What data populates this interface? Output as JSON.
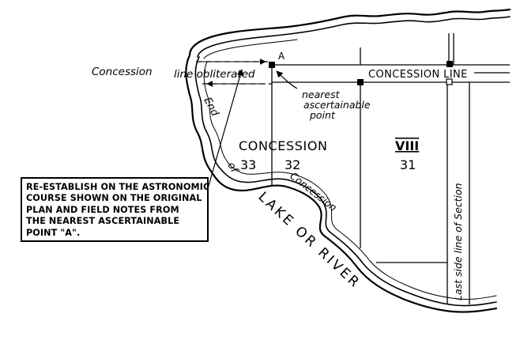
{
  "labels": {
    "concession_left": "Concession",
    "line_obliterated": "line obliterated",
    "point_a": "A",
    "concession_line": "CONCESSION LINE",
    "nearest_1": "nearest",
    "nearest_2": "ascertainable",
    "nearest_3": "point",
    "concession_title": "CONCESSION",
    "lot_33": "33",
    "lot_32": "32",
    "lot_31": "31",
    "roman_numeral": "VIII",
    "end_word": "End",
    "of_word": "of",
    "concession_curved": "Concession",
    "lake_or_river": "LAKE OR RIVER",
    "side_line": "Last side line of Section"
  },
  "callout": {
    "lines": [
      "RE-ESTABLISH ON THE ASTRONOMIC",
      "COURSE SHOWN ON THE ORIGINAL",
      "PLAN AND FIELD NOTES FROM",
      "THE NEAREST ASCERTAINABLE",
      "POINT \"A\"."
    ]
  },
  "colors": {
    "ink": "#000000",
    "paper": "#ffffff"
  }
}
